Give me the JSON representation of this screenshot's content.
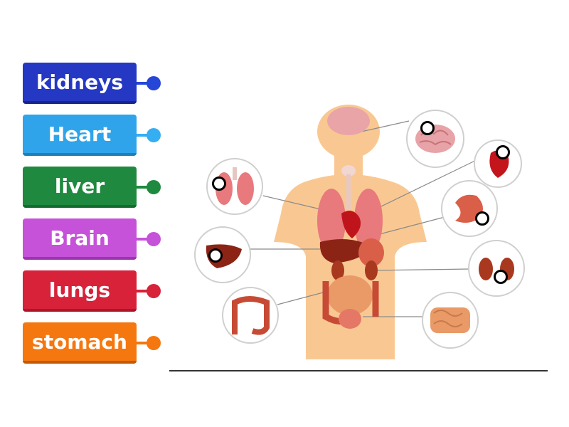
{
  "labels": [
    {
      "text": "kidneys",
      "color": "#2438c4",
      "dark": "#17248a",
      "dot": "#2546d6"
    },
    {
      "text": "Heart",
      "color": "#2fa4ea",
      "dark": "#1f7fb8",
      "dot": "#35aef2"
    },
    {
      "text": "liver",
      "color": "#1f8a3f",
      "dark": "#156b2f",
      "dot": "#1f8a3f"
    },
    {
      "text": "Brain",
      "color": "#c552d8",
      "dark": "#9a36ad",
      "dot": "#c552d8"
    },
    {
      "text": "lungs",
      "color": "#d7223a",
      "dark": "#a9162a",
      "dot": "#d7223a"
    },
    {
      "text": "stomach",
      "color": "#f5770f",
      "dark": "#c25a06",
      "dot": "#f5770f"
    }
  ],
  "diagram": {
    "organs": [
      "brain",
      "heart",
      "lungs",
      "stomach",
      "liver",
      "kidneys",
      "colon",
      "intestine"
    ]
  }
}
